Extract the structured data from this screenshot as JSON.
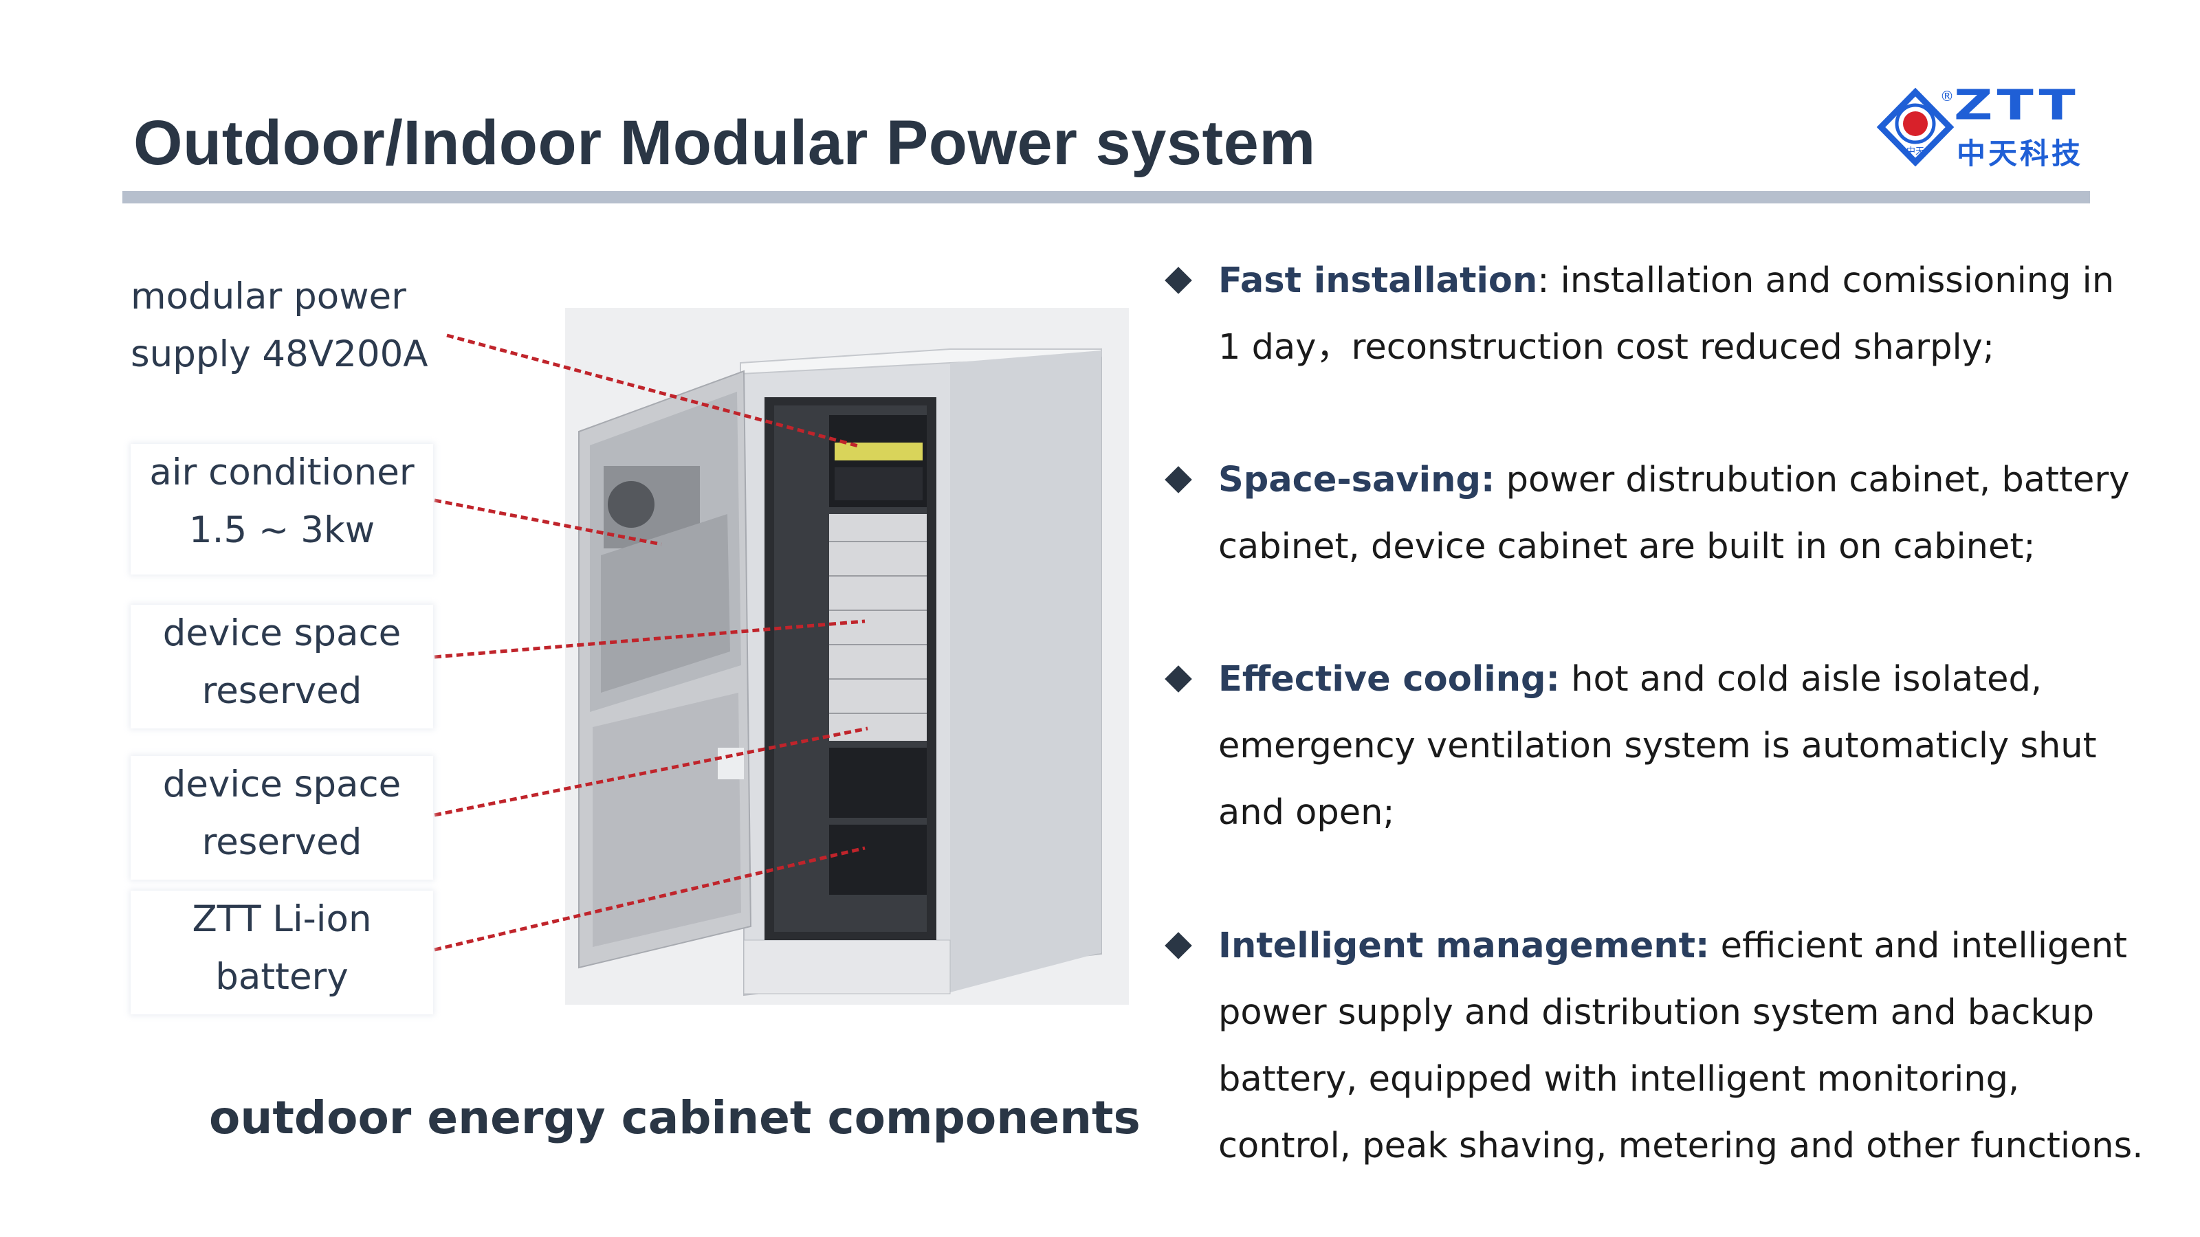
{
  "header": {
    "title": "Outdoor/Indoor Modular Power system",
    "logo": {
      "brand": "ZTT",
      "brand_cn": "中天科技",
      "registered": "®",
      "emblem_text": "中天"
    }
  },
  "labels": [
    {
      "text": "modular power supply 48V200A"
    },
    {
      "text": "air conditioner 1.5 ~ 3kw"
    },
    {
      "text": "device space reserved"
    },
    {
      "text": "device space reserved"
    },
    {
      "text": "ZTT Li-ion battery"
    }
  ],
  "caption": "outdoor energy cabinet components",
  "bullets": [
    {
      "head": "Fast installation",
      "body": ": installation and comissioning in 1 day，reconstruction cost reduced sharply;"
    },
    {
      "head": "Space-saving:",
      "body": " power distrubution cabinet, battery cabinet, device cabinet are built in on cabinet;"
    },
    {
      "head": "Effective cooling:",
      "body": " hot and cold aisle isolated, emergency ventilation system is automaticly shut and open;"
    },
    {
      "head": "Intelligent management:",
      "body": " efficient and intelligent power supply and distribution system and backup battery, equipped with intelligent monitoring, control, peak shaving, metering and other functions."
    }
  ],
  "colors": {
    "title": "#2a3645",
    "rule": "#b6bfcd",
    "logo": "#1f5fd6",
    "logo_red": "#d8212a",
    "pointer": "#c0242b"
  }
}
